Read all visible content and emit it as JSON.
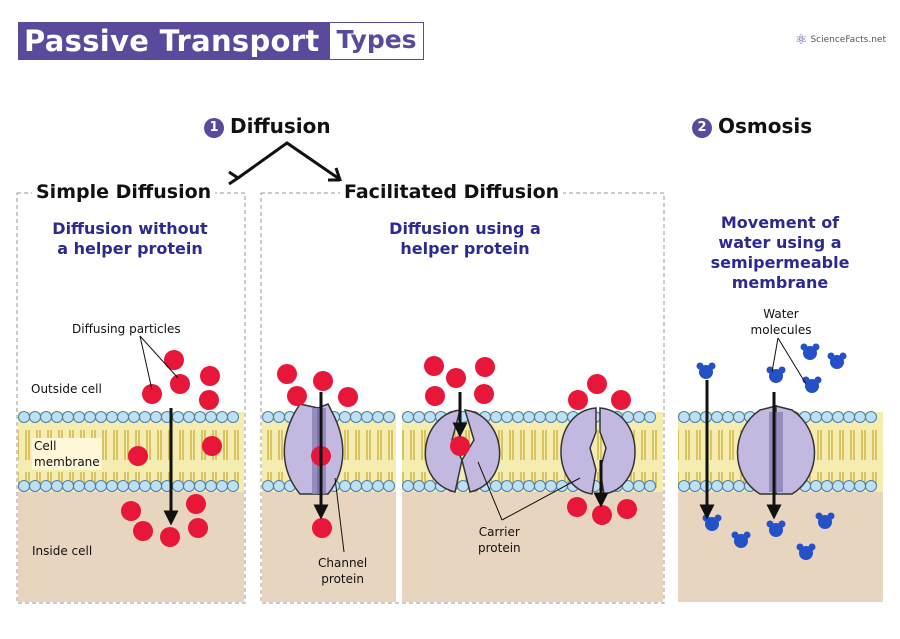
{
  "title": {
    "main": "Passive Transport",
    "sub": "Types"
  },
  "brand": "ScienceFacts.net",
  "sections": {
    "diffusion": {
      "number": "1",
      "heading": "Diffusion"
    },
    "osmosis": {
      "number": "2",
      "heading": "Osmosis"
    }
  },
  "simple": {
    "heading": "Simple Diffusion",
    "description_line1": "Diffusion without",
    "description_line2": "a helper protein",
    "label_particles": "Diffusing particles",
    "label_outside": "Outside cell",
    "label_membrane_line1": "Cell",
    "label_membrane_line2": "membrane",
    "label_inside": "Inside cell"
  },
  "facilitated": {
    "heading": "Facilitated Diffusion",
    "description_line1": "Diffusion using a",
    "description_line2": "helper protein",
    "label_channel_line1": "Channel",
    "label_channel_line2": "protein",
    "label_carrier_line1": "Carrier",
    "label_carrier_line2": "protein"
  },
  "osmosis_panel": {
    "description_line1": "Movement of",
    "description_line2": "water using a",
    "description_line3": "semipermeable",
    "description_line4": "membrane",
    "label_water_line1": "Water",
    "label_water_line2": "molecules"
  },
  "colors": {
    "accent": "#5b4a9c",
    "description": "#2d2a8f",
    "particle": "#e8173a",
    "water": "#2450c8",
    "cytoplasm": "#e8d5bf",
    "lipid_head": "#bfe0f2",
    "lipid_tail": "#d8c24a",
    "protein": "#c3b9e0"
  }
}
